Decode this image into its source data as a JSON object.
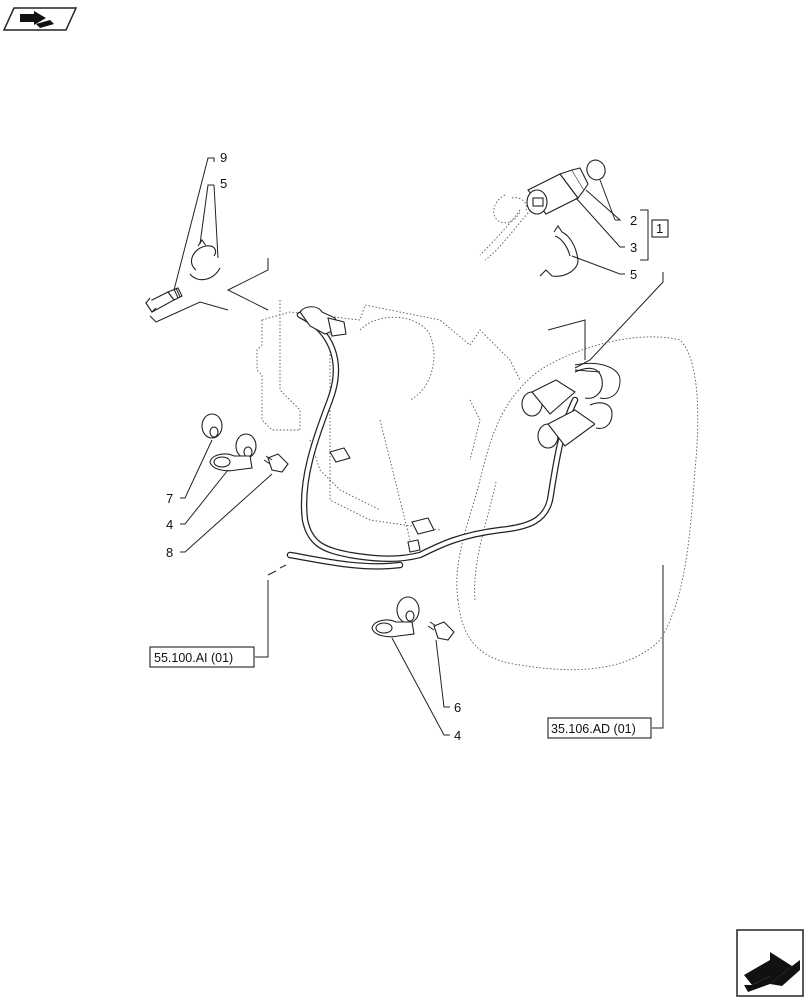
{
  "callouts": [
    {
      "id": "c9",
      "text": "9"
    },
    {
      "id": "c5a",
      "text": "5"
    },
    {
      "id": "c2",
      "text": "2"
    },
    {
      "id": "c3",
      "text": "3"
    },
    {
      "id": "c5b",
      "text": "5"
    },
    {
      "id": "c1",
      "text": "1"
    },
    {
      "id": "c7",
      "text": "7"
    },
    {
      "id": "c4a",
      "text": "4"
    },
    {
      "id": "c8",
      "text": "8"
    },
    {
      "id": "c6",
      "text": "6"
    },
    {
      "id": "c4b",
      "text": "4"
    }
  ],
  "references": {
    "left": "55.100.AI (01)",
    "right": "35.106.AD (01)"
  },
  "icons": {
    "top_left": "book-arrow-icon",
    "bottom_right": "next-page-arrow-icon"
  }
}
